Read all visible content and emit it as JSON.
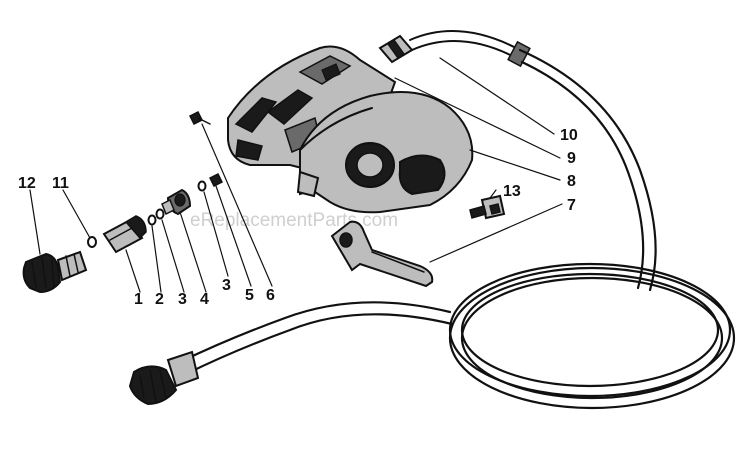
{
  "watermark": "eReplacementParts.com",
  "callouts": {
    "c1": "1",
    "c2": "2",
    "c3a": "3",
    "c4": "4",
    "c3b": "3",
    "c5": "5",
    "c6": "6",
    "c7": "7",
    "c8": "8",
    "c9": "9",
    "c10": "10",
    "c11": "11",
    "c12": "12",
    "c13": "13"
  }
}
